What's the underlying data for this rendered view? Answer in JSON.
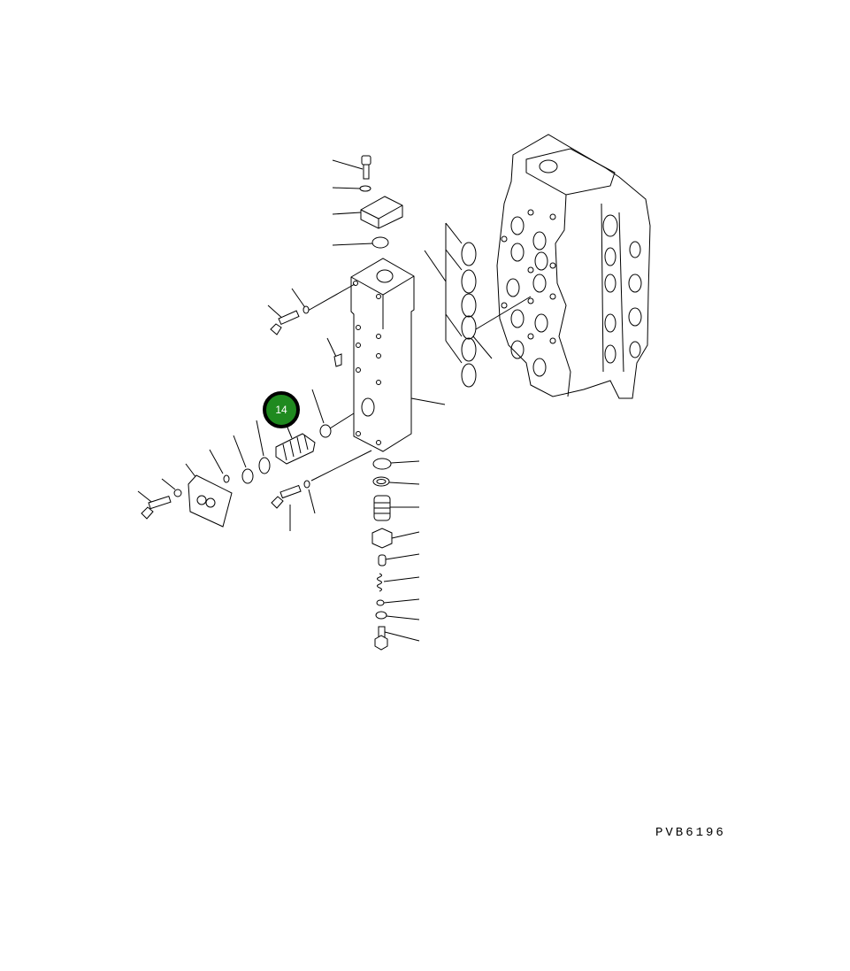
{
  "diagram": {
    "type": "exploded-parts-illustration",
    "subject": "Control valve assembly with valve block, covers, bolts, O-rings and relief valve parts",
    "callouts": [
      {
        "label": "14",
        "highlighted": true,
        "color": "#1f8a1f",
        "target": "valve spool / plug"
      }
    ],
    "figure_code": "PVB6196"
  }
}
